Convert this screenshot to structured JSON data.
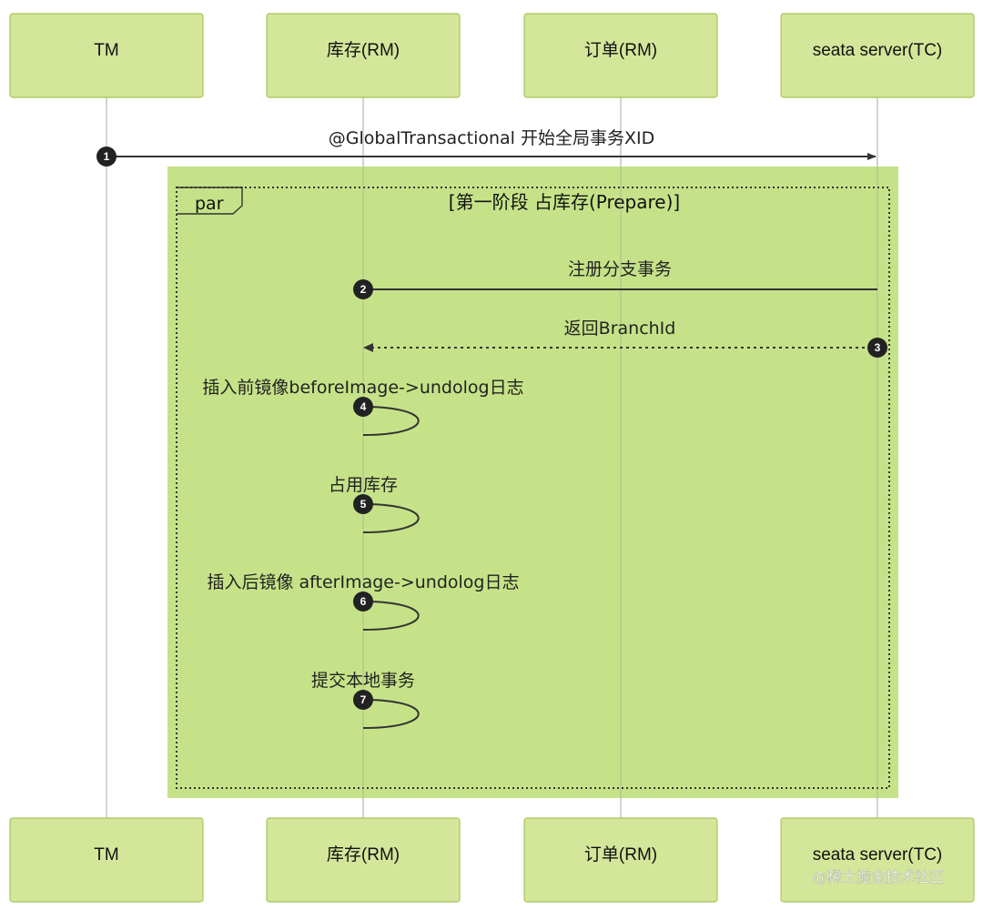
{
  "participants": [
    "TM",
    "库存(RM)",
    "订单(RM)",
    "seata server(TC)"
  ],
  "par_block": {
    "label": "par",
    "title": "[第一阶段 占库存(Prepare)]"
  },
  "messages": [
    {
      "number": "1",
      "text": "@GlobalTransactional 开始全局事务XID"
    },
    {
      "number": "2",
      "text": "注册分支事务"
    },
    {
      "number": "3",
      "text": "返回BranchId"
    },
    {
      "number": "4",
      "text": "插入前镜像beforeImage->undolog日志"
    },
    {
      "number": "5",
      "text": "占用库存"
    },
    {
      "number": "6",
      "text": "插入后镜像 afterImage->undolog日志"
    },
    {
      "number": "7",
      "text": "提交本地事务"
    }
  ],
  "watermark": "@稀土掘金技术社区",
  "colors": {
    "actor_fill": "#d4e69a",
    "par_fill": "#b9dc6e",
    "line": "#333333"
  }
}
